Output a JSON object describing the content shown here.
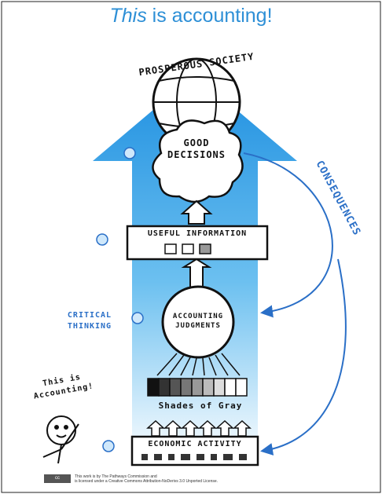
{
  "title": {
    "em": "This",
    "rest": " is accounting!"
  },
  "labels": {
    "prosperous_society": "PROSPEROUS SOCIETY",
    "good_decisions": "GOOD DECISIONS",
    "useful_information": "USEFUL INFORMATION",
    "consequences": "CONSEQUENCES",
    "critical_thinking": "CRITICAL THINKING",
    "accounting_judgments": "ACCOUNTING JUDGMENTS",
    "this_is_accounting": "This is Accounting!",
    "shades_of_gray": "Shades of Gray",
    "economic_activity": "ECONOMIC ACTIVITY"
  },
  "footer": {
    "license_badge": "cc",
    "line1": "This work is by The Pathways Commission and",
    "line2": "is licensed under a Creative Commons Attribution-NoDerivs 3.0 Unported License."
  },
  "colors": {
    "accent": "#2a8fd8",
    "arrow_top": "#1e8fe0",
    "arrow_bottom": "#e8f4fc"
  }
}
